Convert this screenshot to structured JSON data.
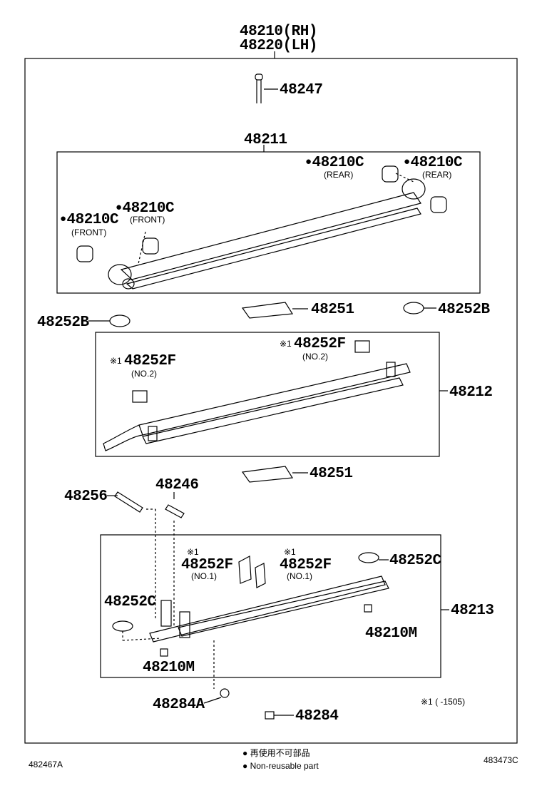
{
  "header": {
    "part_rh": "48210(RH)",
    "part_lh": "48220(LH)"
  },
  "parts": {
    "bolt_top": "48247",
    "main_leaf": "48211",
    "bush_rear_1": "48210C",
    "bush_rear_1_note": "(REAR)",
    "bush_rear_2": "48210C",
    "bush_rear_2_note": "(REAR)",
    "bush_front_1": "48210C",
    "bush_front_1_note": "(FRONT)",
    "bush_front_2": "48210C",
    "bush_front_2_note": "(FRONT)",
    "liner_1": "48251",
    "cap_left": "48252B",
    "cap_right": "48252B",
    "clip_no2_right": "48252F",
    "clip_no2_right_mark": "※1",
    "clip_no2_right_note": "(NO.2)",
    "clip_no2_left": "48252F",
    "clip_no2_left_mark": "※1",
    "clip_no2_left_note": "(NO.2)",
    "second_leaf": "48212",
    "liner_2": "48251",
    "center_bolt": "48256",
    "pin": "48246",
    "clip_no1_left": "48252F",
    "clip_no1_left_mark": "※1",
    "clip_no1_left_note": "(NO.1)",
    "clip_no1_right": "48252F",
    "clip_no1_right_mark": "※1",
    "clip_no1_right_note": "(NO.1)",
    "cap_c_right": "48252C",
    "cap_c_left": "48252C",
    "third_leaf": "48213",
    "nut_m_right": "48210M",
    "nut_m_left": "48210M",
    "nut_a": "48284A",
    "nut": "48284",
    "range_note": "※1 (      -1505)"
  },
  "footer": {
    "left_code": "482467A",
    "right_code": "483473C",
    "legend_jp": "再使用不可部品",
    "legend_en": "Non-reusable part"
  }
}
